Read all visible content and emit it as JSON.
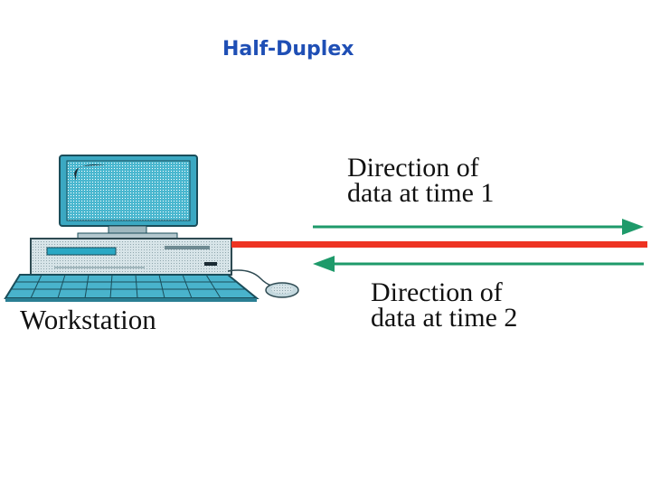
{
  "slide": {
    "title": "Half-Duplex"
  },
  "diagram": {
    "direction1": {
      "line1": "Direction of",
      "line2": "data at time 1"
    },
    "direction2": {
      "line1": "Direction of",
      "line2": "data at time 2"
    },
    "workstation_label": "Workstation",
    "colors": {
      "title": "#1f4fb5",
      "arrow": "#1e9a6a",
      "link": "#ee3322",
      "monitor_screen": "#4ab7cf",
      "computer_body": "#c9d7dc"
    }
  }
}
